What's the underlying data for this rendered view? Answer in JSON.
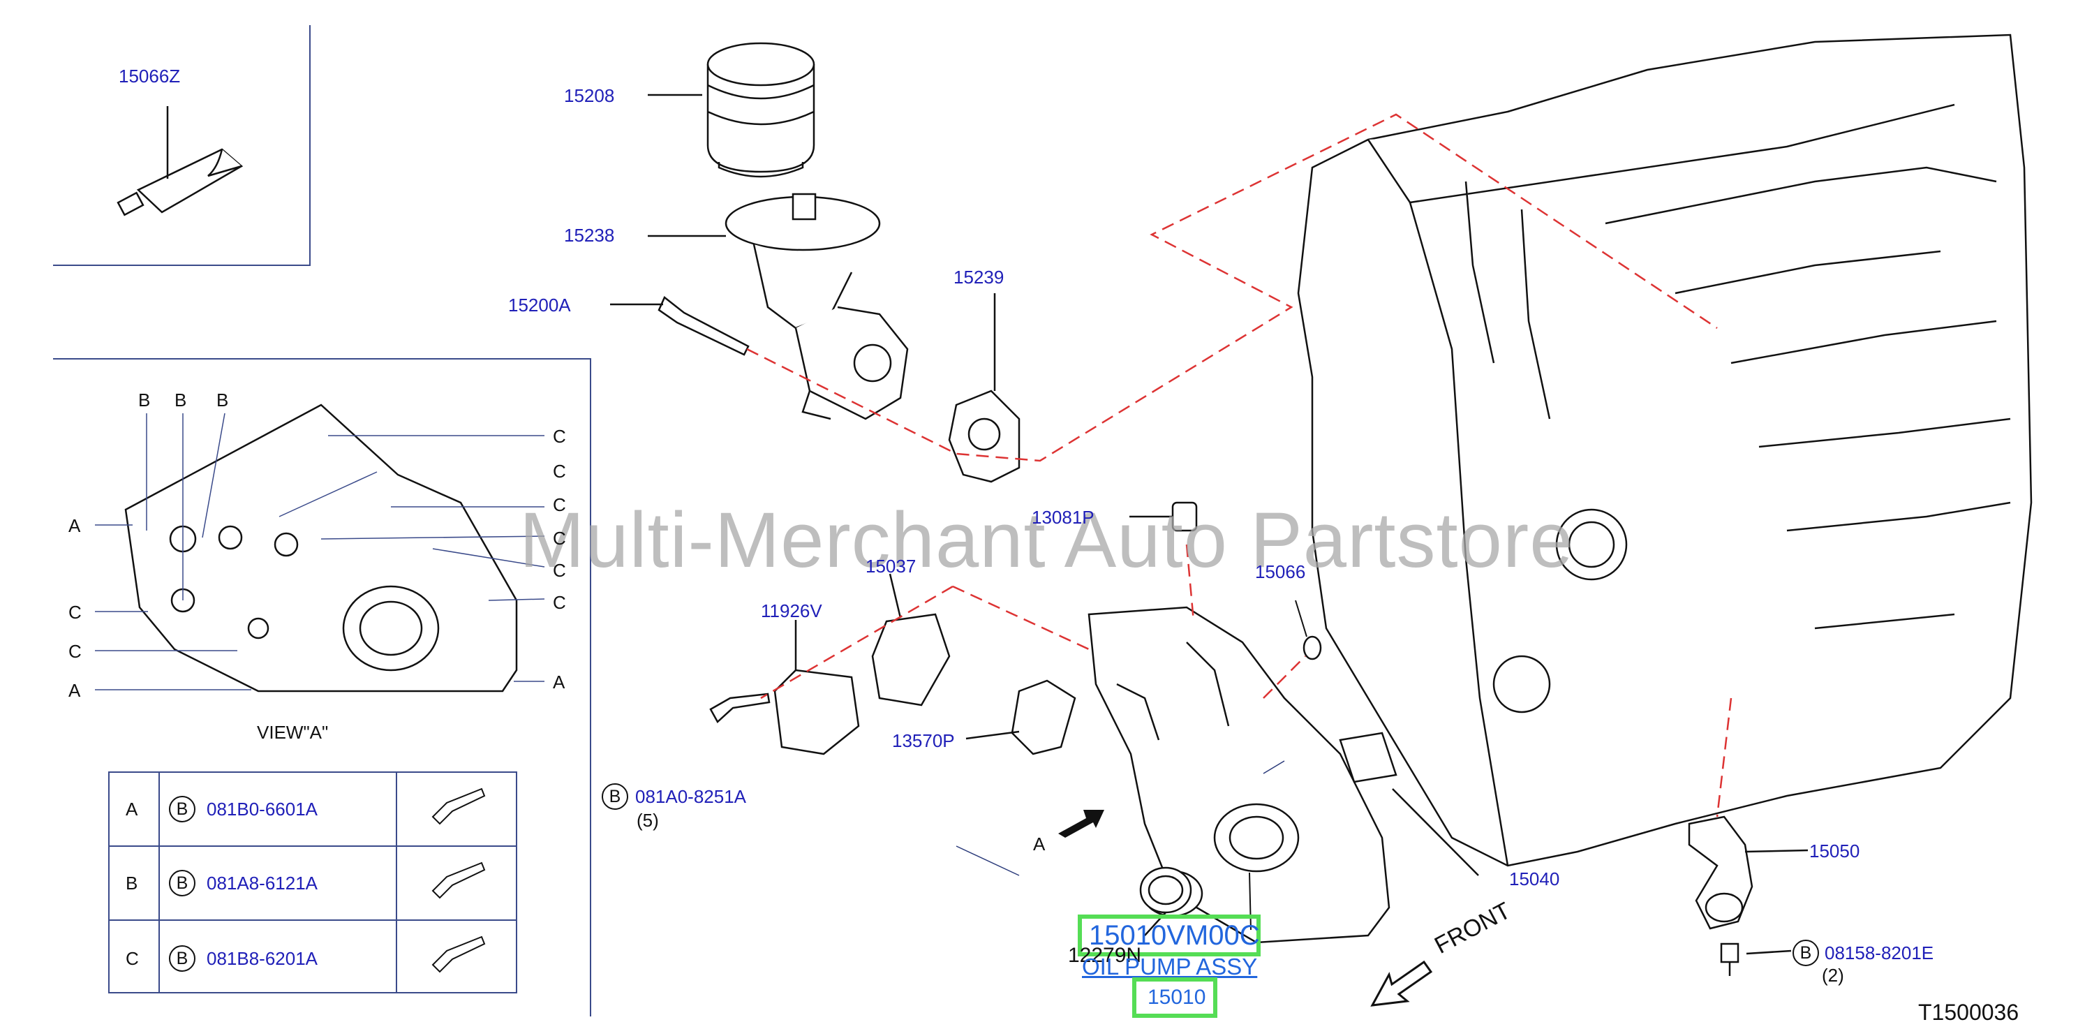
{
  "diagram_code": "T1500036",
  "watermark": "Multi-Merchant Auto Partstore",
  "view_label": "VIEW\"A\"",
  "front_label": "FRONT",
  "arrow_label": "A",
  "highlight": {
    "part_number": "15010VM00C",
    "part_name": "OIL PUMP ASSY",
    "ref_code": "15010",
    "overlap_code": "12279N"
  },
  "parts": {
    "p15066Z": "15066Z",
    "p15208": "15208",
    "p15238": "15238",
    "p15200A": "15200A",
    "p15239": "15239",
    "p13081P": "13081P",
    "p15037": "15037",
    "p15066": "15066",
    "p11926V": "11926V",
    "p13570P": "13570P",
    "p081A0": "081A0-8251A",
    "p081A0_qty": "(5)",
    "p15040": "15040",
    "p15050": "15050",
    "p08158": "08158-8201E",
    "p08158_qty": "(2)"
  },
  "view_letters": {
    "a": "A",
    "b": "B",
    "c": "C"
  },
  "bolt_table": [
    {
      "key": "A",
      "circle": "B",
      "part": "081B0-6601A"
    },
    {
      "key": "B",
      "circle": "B",
      "part": "081A8-6121A"
    },
    {
      "key": "C",
      "circle": "B",
      "part": "081B8-6201A"
    }
  ],
  "colors": {
    "part_number": "#2020b8",
    "highlight_border": "#55dd55",
    "link": "#2266dd",
    "dashed": "#dd3333"
  }
}
